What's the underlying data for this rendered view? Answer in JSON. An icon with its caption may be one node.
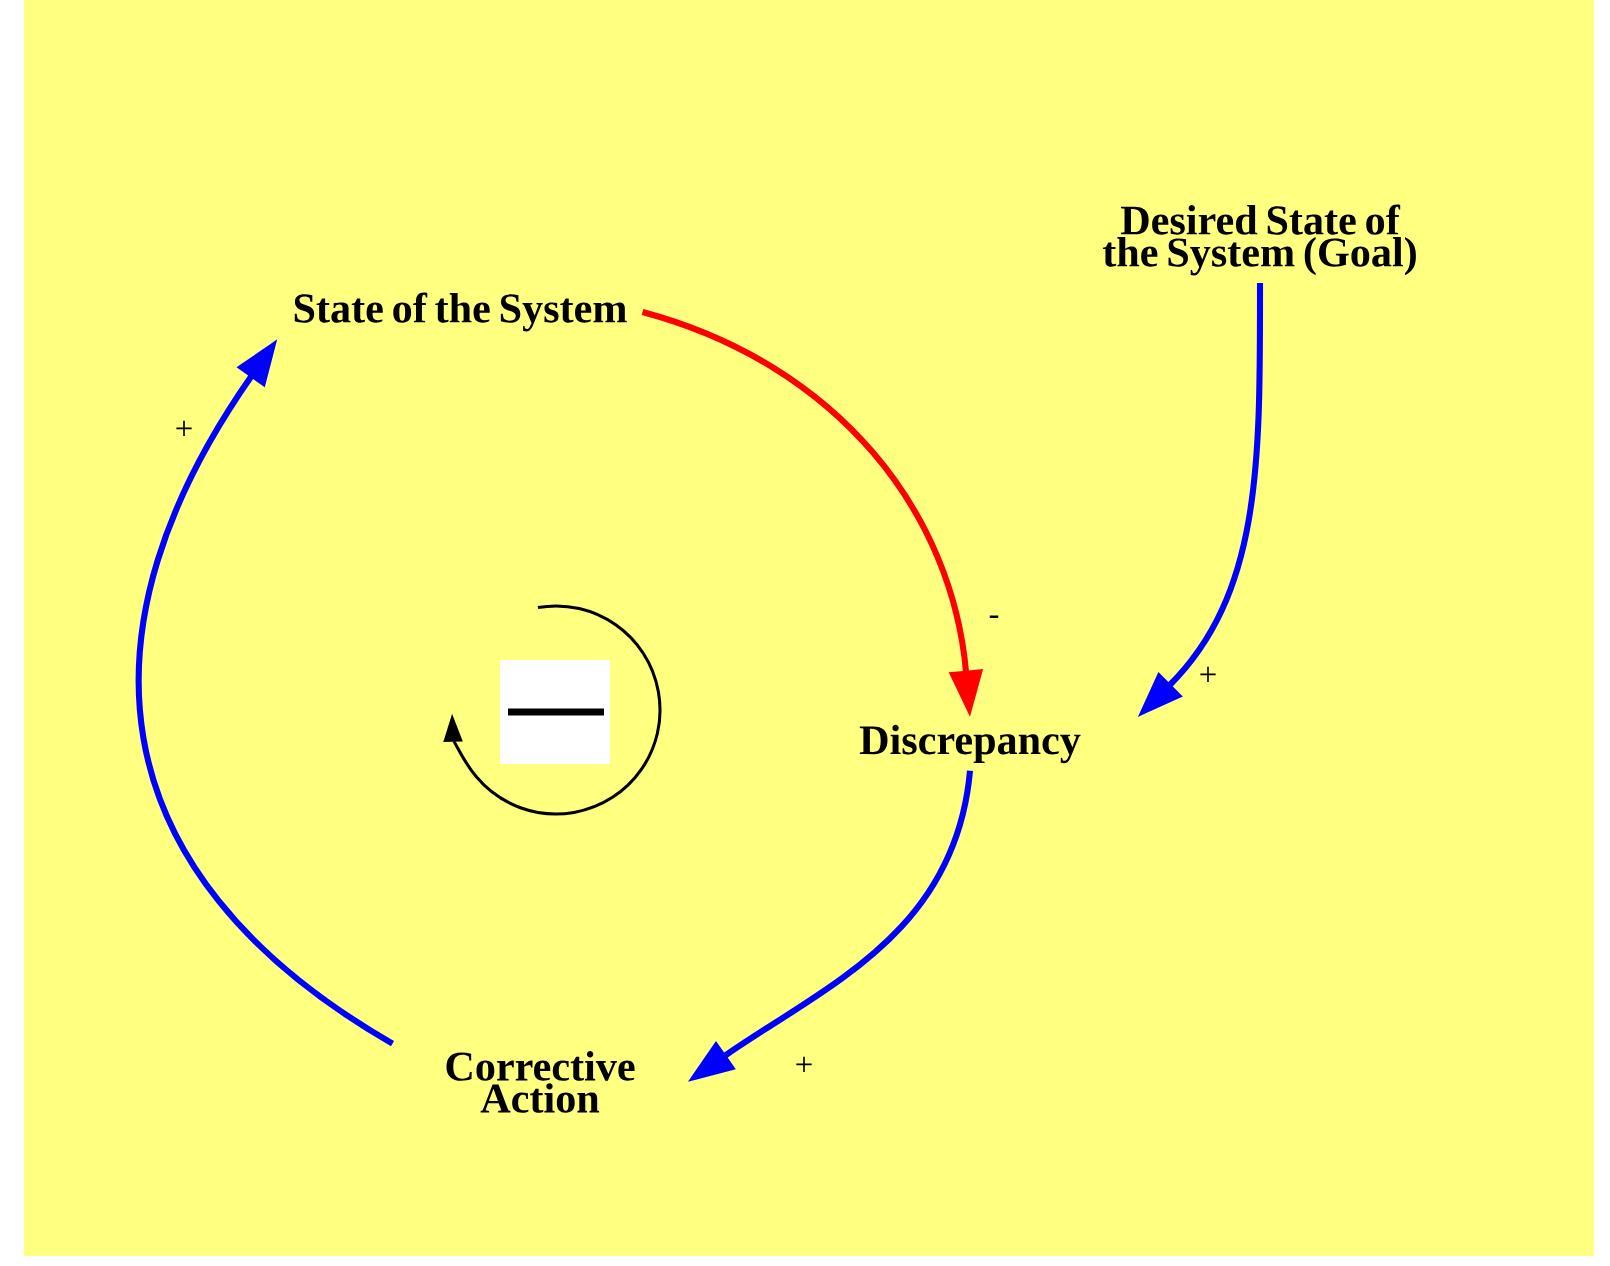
{
  "diagram": {
    "nodes": [
      {
        "text": [
          "State of the System"
        ]
      },
      {
        "text": [
          "Desired State of the System (Goal)"
        ]
      },
      {
        "text": [
          "Discrepancy"
        ]
      },
      {
        "text": [
          "Corrective Action"
        ]
      }
    ],
    "edges": [
      {
        "from": 0,
        "to": 2,
        "arrow": "to",
        "label": "-",
        "color": "#ff0000"
      },
      {
        "from": 1,
        "to": 2,
        "arrow": "to",
        "label": "+"
      },
      {
        "from": 2,
        "to": 3,
        "arrow": "to",
        "label": "+"
      },
      {
        "from": 3,
        "to": 0,
        "arrow": "to",
        "label": "+"
      }
    ]
  }
}
